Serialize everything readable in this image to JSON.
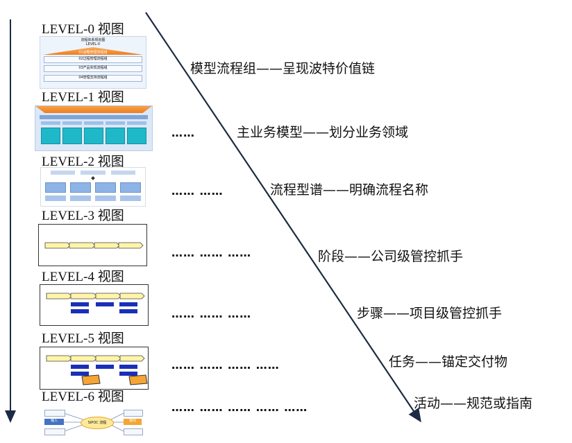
{
  "colors": {
    "accent_orange": "#f07c1e",
    "accent_blue": "#1a2fb8",
    "chevron_yellow": "#fff4a8",
    "node_orange": "#f5a533",
    "panel_blue": "#dce8f7",
    "cyan_box": "#1fb8c9",
    "line": "#1d2a45"
  },
  "levels": [
    {
      "label": "LEVEL-0 视图",
      "description": "模型流程组——呈现波特价值链",
      "dots": ""
    },
    {
      "label": "LEVEL-1 视图",
      "description": "主业务模型——划分业务领域",
      "dots": "……"
    },
    {
      "label": "LEVEL-2 视图",
      "description": "流程型谱——明确流程名称",
      "dots": "……    ……"
    },
    {
      "label": "LEVEL-3 视图",
      "description": "阶段——公司级管控抓手",
      "dots": "……    ……    ……"
    },
    {
      "label": "LEVEL-4 视图",
      "description": "步骤——项目级管控抓手",
      "dots": "……    ……    ……"
    },
    {
      "label": "LEVEL-5 视图",
      "description": "任务——锚定交付物",
      "dots": "……    ……    ……    ……"
    },
    {
      "label": "LEVEL-6 视图",
      "description": "活动——规范或指南",
      "dots": "……    ……    ……    ……    ……"
    }
  ],
  "thumb0": {
    "title": "流程体系规划图",
    "subtitle": "LEVEL-0",
    "rows": [
      "01战略管理流程组",
      "02过程管理流程组",
      "03产品实现流程组",
      "04管理支持流程组"
    ]
  },
  "thumb6": {
    "center": "SIPOC 流程",
    "left": "输入",
    "right": "输出"
  }
}
